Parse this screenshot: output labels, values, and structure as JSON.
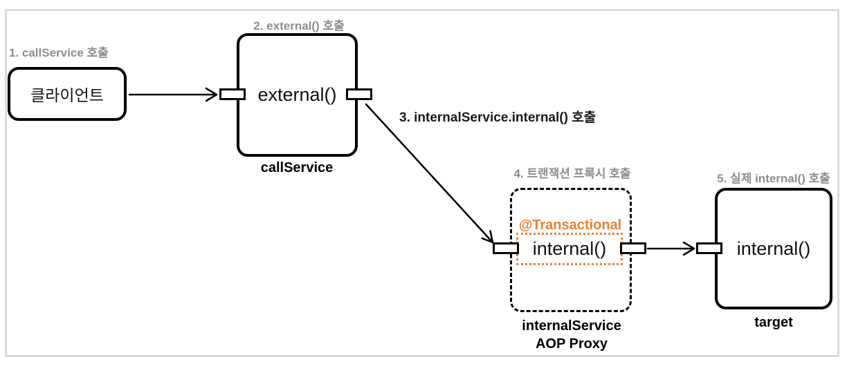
{
  "diagram": {
    "title_context": "AOP proxy internal call flow",
    "step_labels": {
      "step1": "1. callService 호출",
      "step2": "2. external() 호출",
      "step3": "3. internalService.internal() 호출",
      "step4": "4. 트랜잭션 프록시 호출",
      "step5": "5. 실제 internal() 호출"
    },
    "nodes": {
      "client": {
        "label": "클라이언트"
      },
      "callService": {
        "method": "external()",
        "caption": "callService"
      },
      "proxy": {
        "annotation": "@Transactional",
        "method": "internal()",
        "caption_line1": "internalService",
        "caption_line2": "AOP Proxy"
      },
      "target": {
        "method": "internal()",
        "caption": "target"
      }
    },
    "colors": {
      "annotation_orange": "#ED7D31",
      "step_label_gray": "#8C8C8C",
      "step3_label_black": "#1A1A1A",
      "node_stroke_black": "#000000",
      "frame_border_gray": "#D9D9D9",
      "canvas_white": "#FFFFFF"
    }
  }
}
